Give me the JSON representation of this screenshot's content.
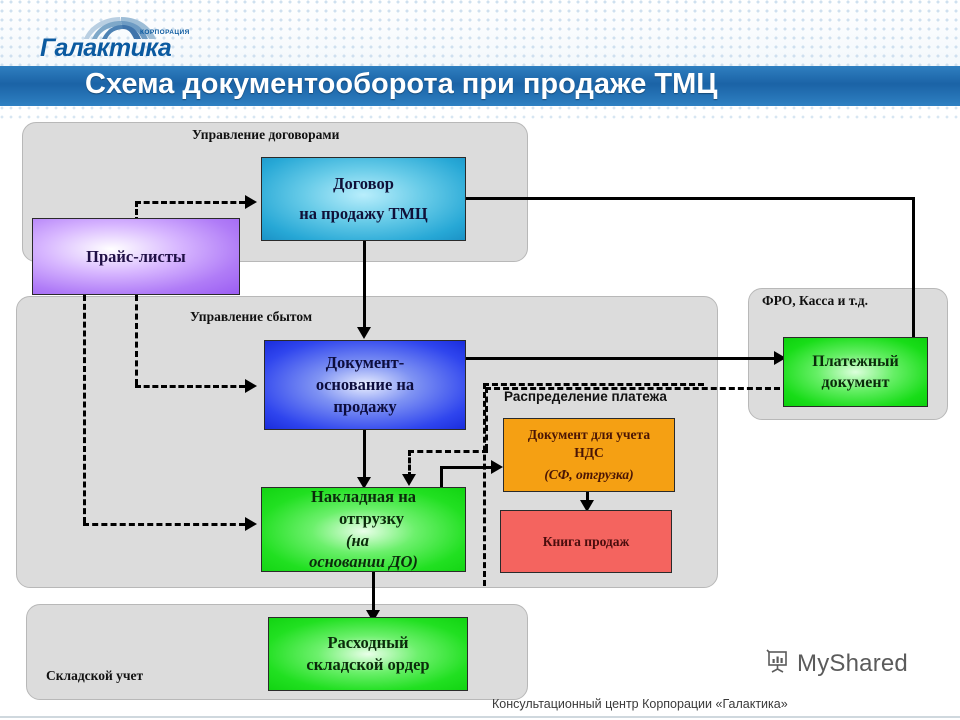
{
  "header": {
    "logo_word": "Галактика",
    "logo_corp": "КОРПОРАЦИЯ",
    "logo_arc_icon": "fan-arc-icon",
    "title": "Схема документооборота при продаже ТМЦ",
    "title_accent_color": "#5ea2d4",
    "bar_color": "#1b63a6"
  },
  "panels": [
    {
      "id": "contracts",
      "label": "Управление договорами"
    },
    {
      "id": "sales",
      "label": "Управление сбытом"
    },
    {
      "id": "treasury",
      "label": "ФРО, Касса и т.д."
    },
    {
      "id": "warehouse",
      "label": "Складской учет"
    }
  ],
  "regions": [
    {
      "id": "payment-distribution",
      "label": "Распределение платежа"
    }
  ],
  "nodes": {
    "contract": {
      "line1": "Договор",
      "line2": "на продажу ТМЦ",
      "color": "#27a8d6"
    },
    "price": {
      "line1": "Прайс-листы",
      "color": "#9b5df2"
    },
    "basis": {
      "line1": "Документ-",
      "line2": "основание на",
      "line3": "продажу",
      "color": "#2f45ee"
    },
    "waybill": {
      "line1": "Накладная на",
      "line2": "отгрузку",
      "line2b": "(на",
      "line3": "основании ДО)",
      "color": "#21e021"
    },
    "order": {
      "line1": "Расходный",
      "line2": "складской ордер",
      "color": "#21e021"
    },
    "payment": {
      "line1": "Платежный",
      "line2": "документ",
      "color": "#18dd18"
    },
    "vat": {
      "line1": "Документ для учета",
      "line2": "НДС",
      "line3": "(СФ, отгрузка)",
      "color": "#f5a013"
    },
    "salesbook": {
      "line1": "Книга продаж",
      "color": "#f4645f"
    }
  },
  "footer": {
    "credit": "Консультационный центр Корпорации «Галактика»",
    "watermark": "MyShared",
    "watermark_icon": "presentation-chart-icon"
  }
}
